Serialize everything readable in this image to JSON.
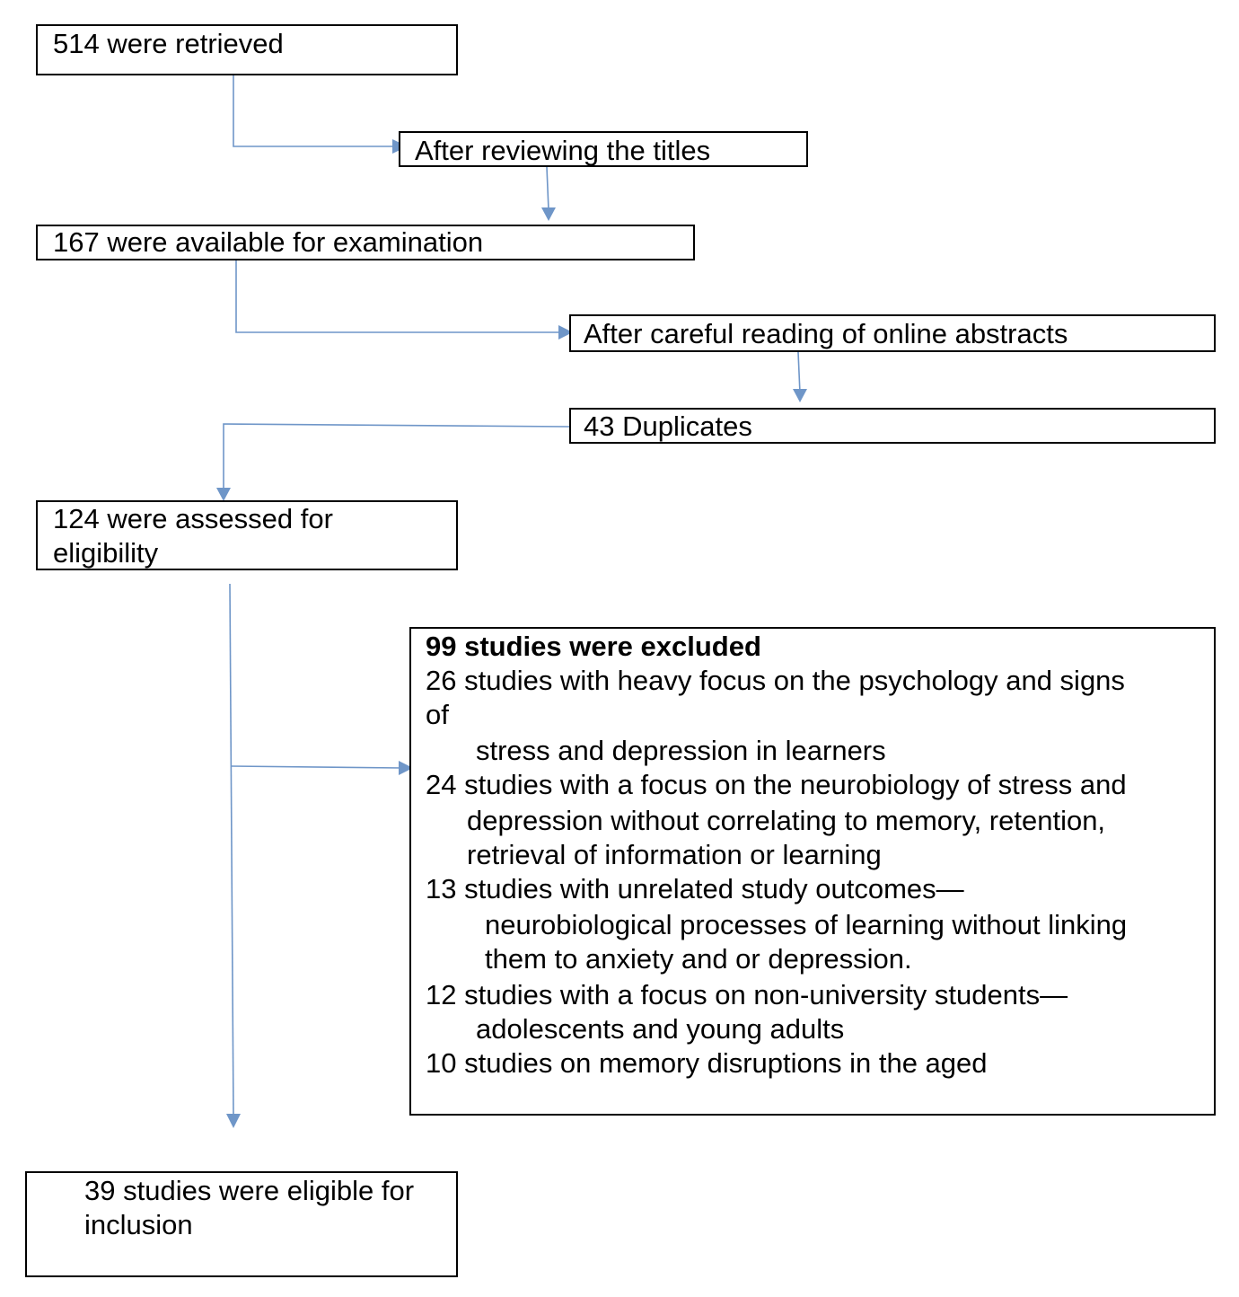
{
  "flow": {
    "retrieved": "514 were retrieved",
    "titles": "After reviewing the titles",
    "available": "167 were available for examination",
    "abstracts": "After careful reading of online abstracts",
    "duplicates": "43 Duplicates",
    "assessed_1": "124 were assessed for",
    "assessed_2": "eligibility",
    "eligible_1": "39 studies were eligible for",
    "eligible_2": "inclusion"
  },
  "excluded": {
    "heading": "99 studies were excluded",
    "lines": [
      "26 studies with heavy focus on the psychology and signs",
      "of",
      "stress and depression in learners",
      "24 studies with a focus on the neurobiology of stress and",
      "depression without correlating to memory, retention,",
      "retrieval of information or learning",
      "13 studies with unrelated study outcomes—",
      "neurobiological processes of learning without linking",
      "them to anxiety and or depression.",
      "12  studies with a focus on non-university students—",
      "adolescents and young adults",
      "10  studies on memory disruptions in the aged"
    ]
  },
  "colors": {
    "connector": "#6f96c8",
    "border": "#000000"
  }
}
